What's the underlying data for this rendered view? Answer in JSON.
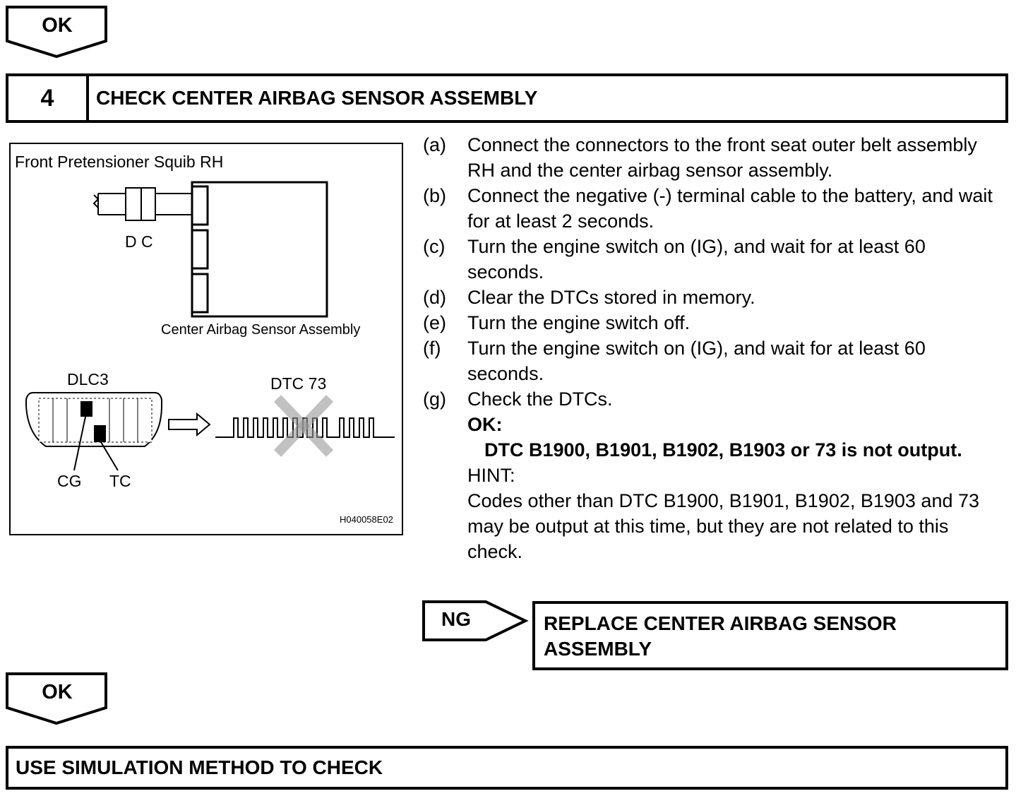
{
  "ok_arrow_top": {
    "label": "OK"
  },
  "step": {
    "number": "4",
    "title": "CHECK CENTER AIRBAG SENSOR ASSEMBLY"
  },
  "figure": {
    "title": "Front Pretensioner Squib RH",
    "connector_label": "D C",
    "ecu_label": "Center Airbag Sensor Assembly",
    "dlc_label": "DLC3",
    "dtc_label": "DTC 73",
    "cg_label": "CG",
    "tc_label": "TC",
    "figure_id": "H040058E02"
  },
  "procedure": [
    {
      "label": "(a)",
      "text": "Connect the connectors to the front seat outer belt assembly RH and the center airbag sensor assembly."
    },
    {
      "label": "(b)",
      "text": "Connect the negative (-) terminal cable to the battery, and wait for at least 2 seconds."
    },
    {
      "label": "(c)",
      "text": "Turn the engine switch on (IG), and wait for at least 60 seconds."
    },
    {
      "label": "(d)",
      "text": "Clear the DTCs stored in memory."
    },
    {
      "label": "(e)",
      "text": "Turn the engine switch off."
    },
    {
      "label": "(f)",
      "text": "Turn the engine switch on (IG), and wait for at least 60 seconds."
    },
    {
      "label": "(g)",
      "text": "Check the DTCs."
    }
  ],
  "ok_condition": {
    "heading": "OK:",
    "text": "DTC B1900, B1901, B1902, B1903 or 73 is not output."
  },
  "hint": {
    "heading": "HINT:",
    "text": "Codes other than DTC B1900, B1901, B1902, B1903 and 73 may be output at this time, but they are not related to this check."
  },
  "ng_arrow": {
    "label": "NG"
  },
  "ng_result": {
    "text": "REPLACE CENTER AIRBAG SENSOR ASSEMBLY"
  },
  "ok_arrow_bottom": {
    "label": "OK"
  },
  "final_step": {
    "title": "USE SIMULATION METHOD TO CHECK"
  }
}
